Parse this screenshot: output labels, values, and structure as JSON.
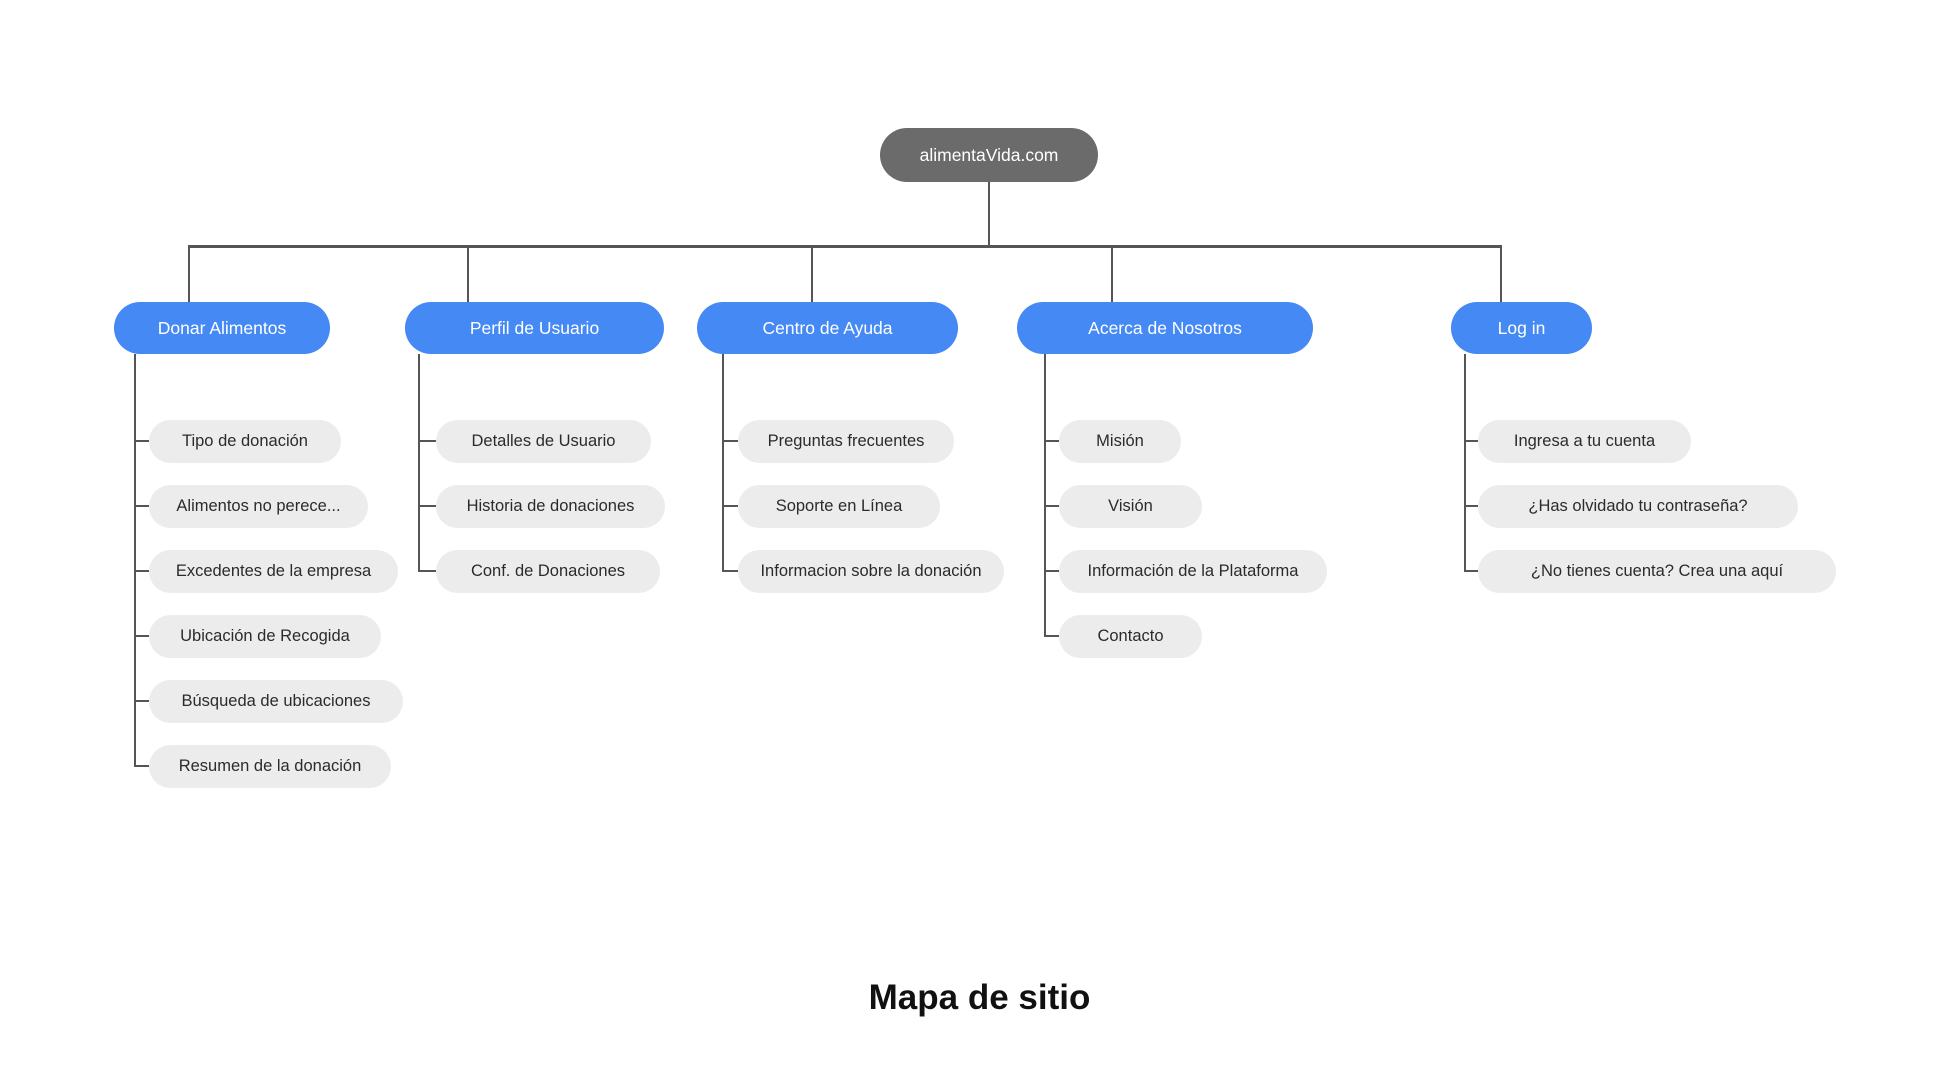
{
  "page": {
    "title": "Mapa de sitio"
  },
  "sitemap": {
    "root": {
      "label": "alimentaVida.com"
    },
    "sections": [
      {
        "label": "Donar Alimentos",
        "children": [
          "Tipo de donación",
          "Alimentos  no perece...",
          "Excedentes de la empresa",
          "Ubicación de Recogida",
          "Búsqueda de ubicaciones",
          "Resumen de la donación"
        ]
      },
      {
        "label": "Perfil de Usuario",
        "children": [
          "Detalles de Usuario",
          "Historia de donaciones",
          "Conf. de Donaciones"
        ]
      },
      {
        "label": "Centro de Ayuda",
        "children": [
          "Preguntas frecuentes",
          "Soporte en Línea",
          "Informacion sobre la donación"
        ]
      },
      {
        "label": "Acerca de Nosotros",
        "children": [
          "Misión",
          "Visión",
          "Información de la Plataforma",
          "Contacto"
        ]
      },
      {
        "label": "Log in",
        "children": [
          "Ingresa a tu cuenta",
          "¿Has olvidado tu contraseña?",
          "¿No tienes cuenta? Crea una aquí"
        ]
      }
    ],
    "colors": {
      "primary": "#4589F4",
      "root": "#6B6B6B",
      "child_bg": "#ECECEC",
      "line": "#555555",
      "text_dark": "#2B2B2B",
      "text_light": "#FFFFFF"
    }
  }
}
